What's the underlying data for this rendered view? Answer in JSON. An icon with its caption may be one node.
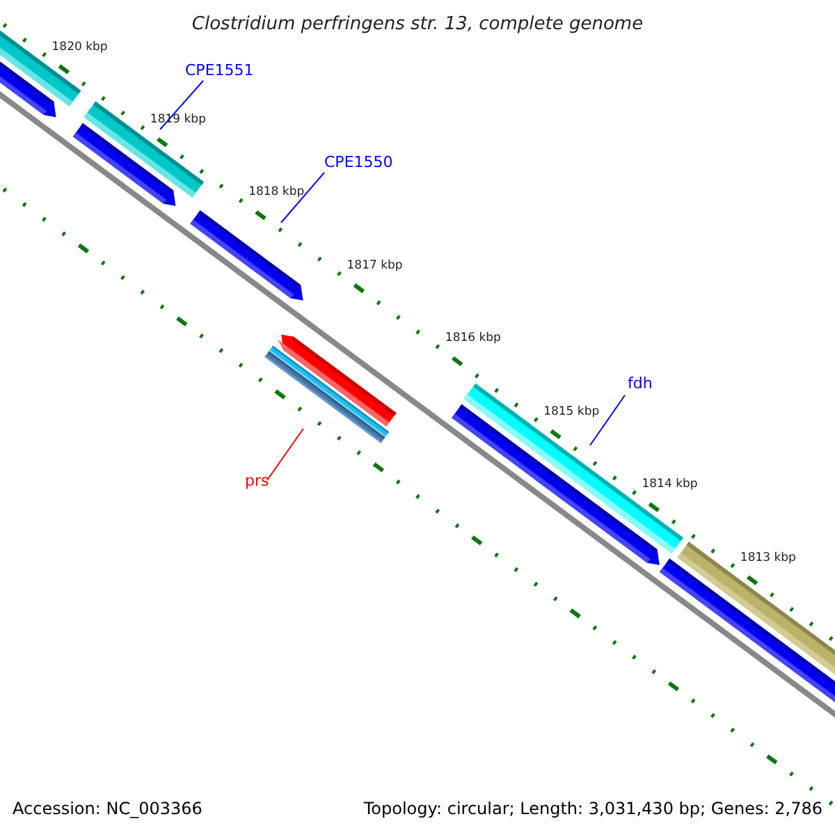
{
  "diagram": {
    "title": "Clostridium perfringens str. 13, complete genome",
    "nodes": [
      {
        "text": [
          "CPE1551"
        ]
      },
      {
        "text": [],
        "shape": "bar"
      },
      {
        "text": [
          "CPE1550"
        ]
      },
      {
        "text": [],
        "shape": "bar"
      },
      {
        "text": [
          "fdh"
        ]
      },
      {
        "text": [],
        "shape": "bar"
      },
      {
        "text": [
          "prs"
        ]
      },
      {
        "text": [],
        "shape": "bar"
      }
    ],
    "edges": [
      {
        "from": 0,
        "to": 1,
        "arrow": "none"
      },
      {
        "from": 2,
        "to": 3,
        "arrow": "none"
      },
      {
        "from": 4,
        "to": 5,
        "arrow": "none"
      },
      {
        "from": 6,
        "to": 7,
        "arrow": "none",
        "color": "#ff0000"
      }
    ],
    "labels": [
      "1820 kbp",
      "1819 kbp",
      "1818 kbp",
      "1817 kbp",
      "1816 kbp",
      "1815 kbp",
      "1814 kbp",
      "1813 kbp",
      "Accession: NC_003366",
      "Topology: circular; Length: 3,031,430 bp; Genes: 2,786"
    ]
  }
}
